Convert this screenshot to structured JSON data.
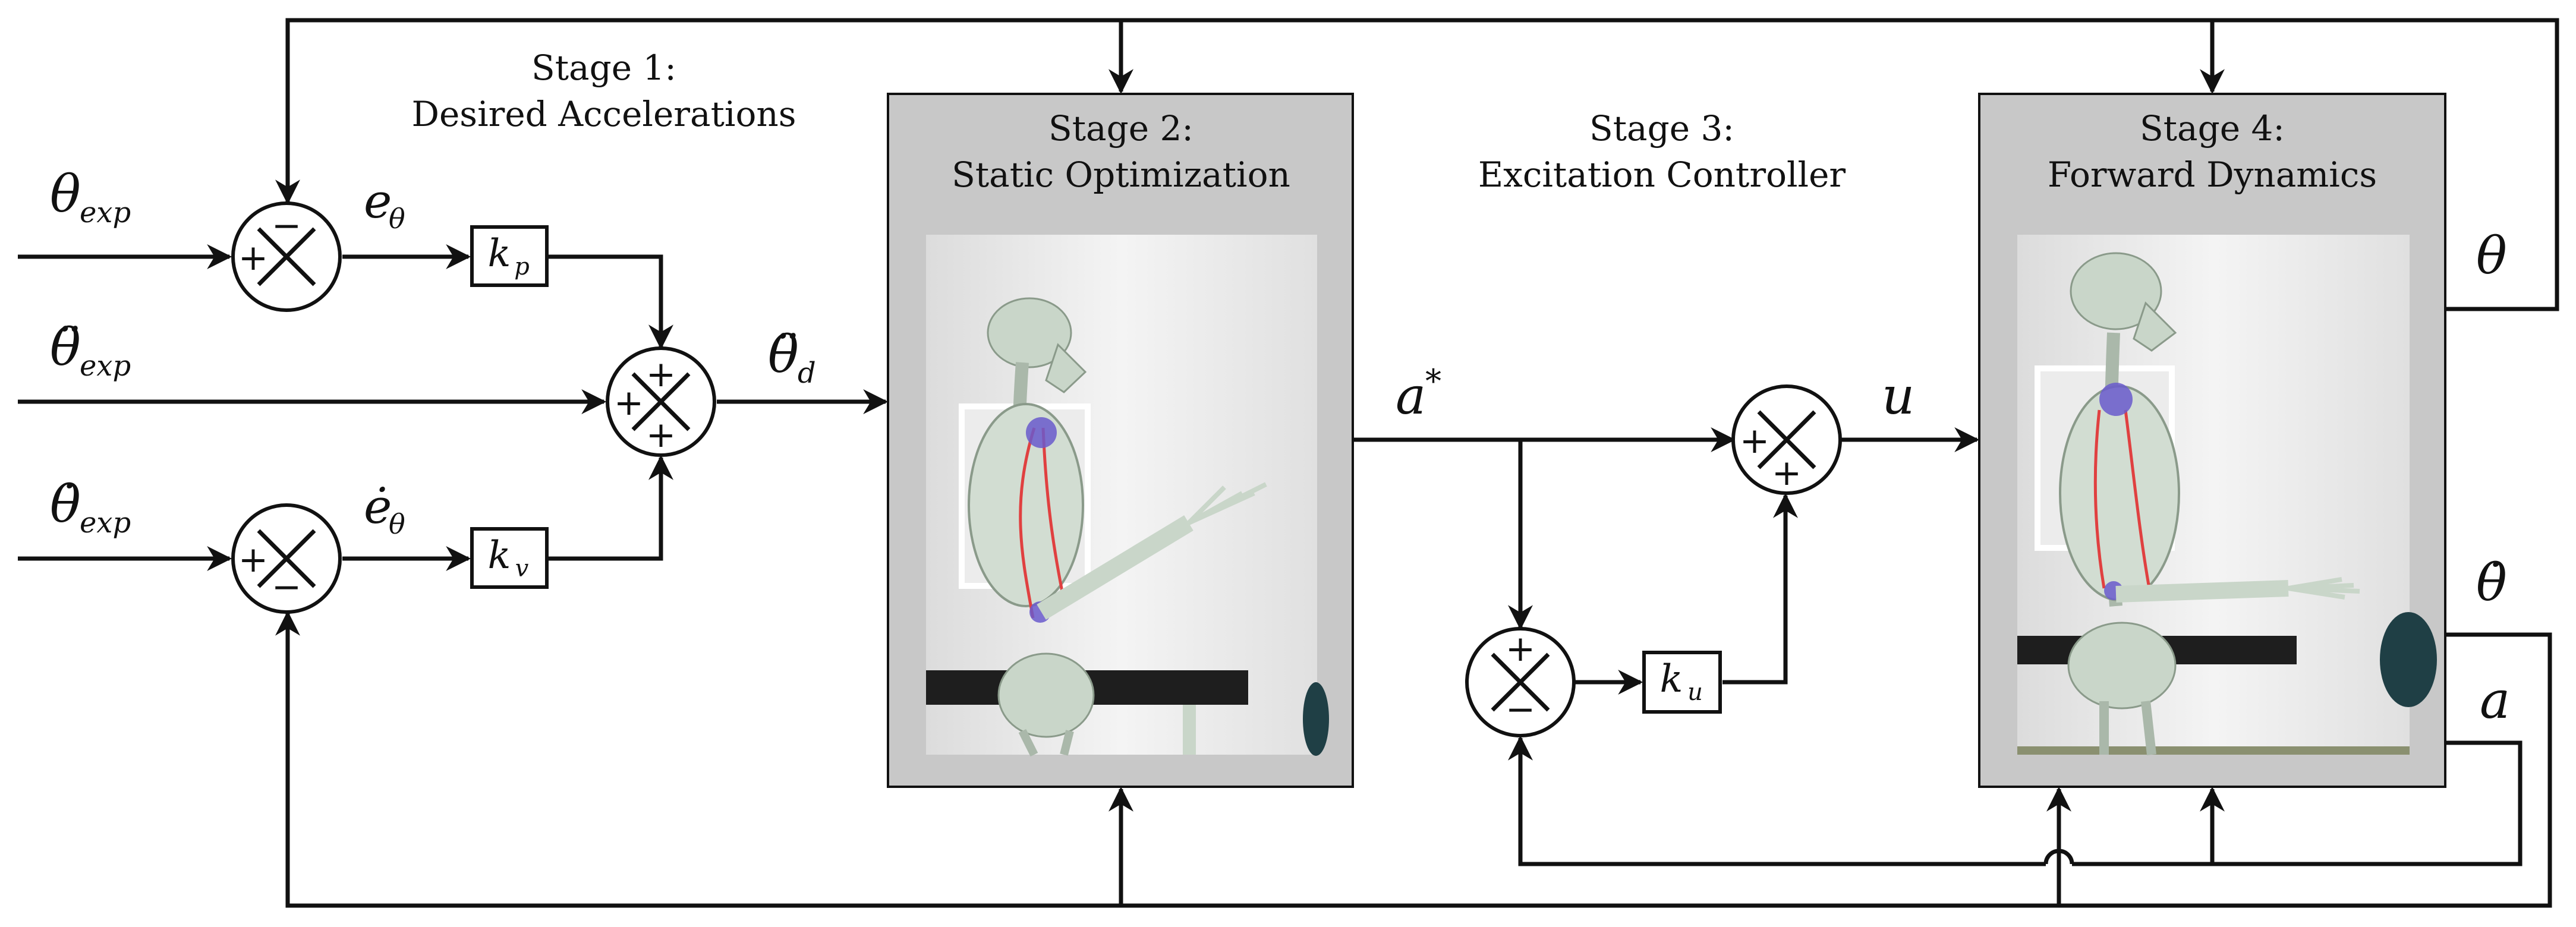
{
  "stages": {
    "s1": {
      "line1": "Stage 1:",
      "line2": "Desired Accelerations"
    },
    "s2": {
      "line1": "Stage 2:",
      "line2": "Static Optimization"
    },
    "s3": {
      "line1": "Stage 3:",
      "line2": "Excitation Controller"
    },
    "s4": {
      "line1": "Stage 4:",
      "line2": "Forward Dynamics"
    }
  },
  "inputs": {
    "theta_exp": {
      "sym": "θ",
      "sub": "exp"
    },
    "thetaddot_exp": {
      "sym": "θ̈",
      "sub": "exp"
    },
    "thetadot_exp": {
      "sym": "θ̇",
      "sub": "exp"
    }
  },
  "signals": {
    "e_theta": {
      "sym": "e",
      "sub": "θ"
    },
    "edot_theta": {
      "sym": "ė",
      "sub": "θ"
    },
    "thetaddot_d": {
      "sym": "θ̈",
      "sub": "d"
    },
    "a_star": {
      "sym": "a",
      "sup": "*"
    },
    "u": "u",
    "theta_out": "θ",
    "thetadot_out": "θ̇",
    "a_out": "a"
  },
  "gains": {
    "kp": {
      "sym": "k",
      "sub": "p"
    },
    "kv": {
      "sym": "k",
      "sub": "v"
    },
    "ku": {
      "sym": "k",
      "sub": "u"
    }
  },
  "signs": {
    "plus": "+",
    "minus": "−"
  },
  "colors": {
    "panel": "#c8c8c8",
    "wall": "#eeeeee",
    "bone": "#c9d6c9",
    "muscle": "#e04040",
    "joint": "#6a5acd",
    "table": "#1e1e1e"
  }
}
